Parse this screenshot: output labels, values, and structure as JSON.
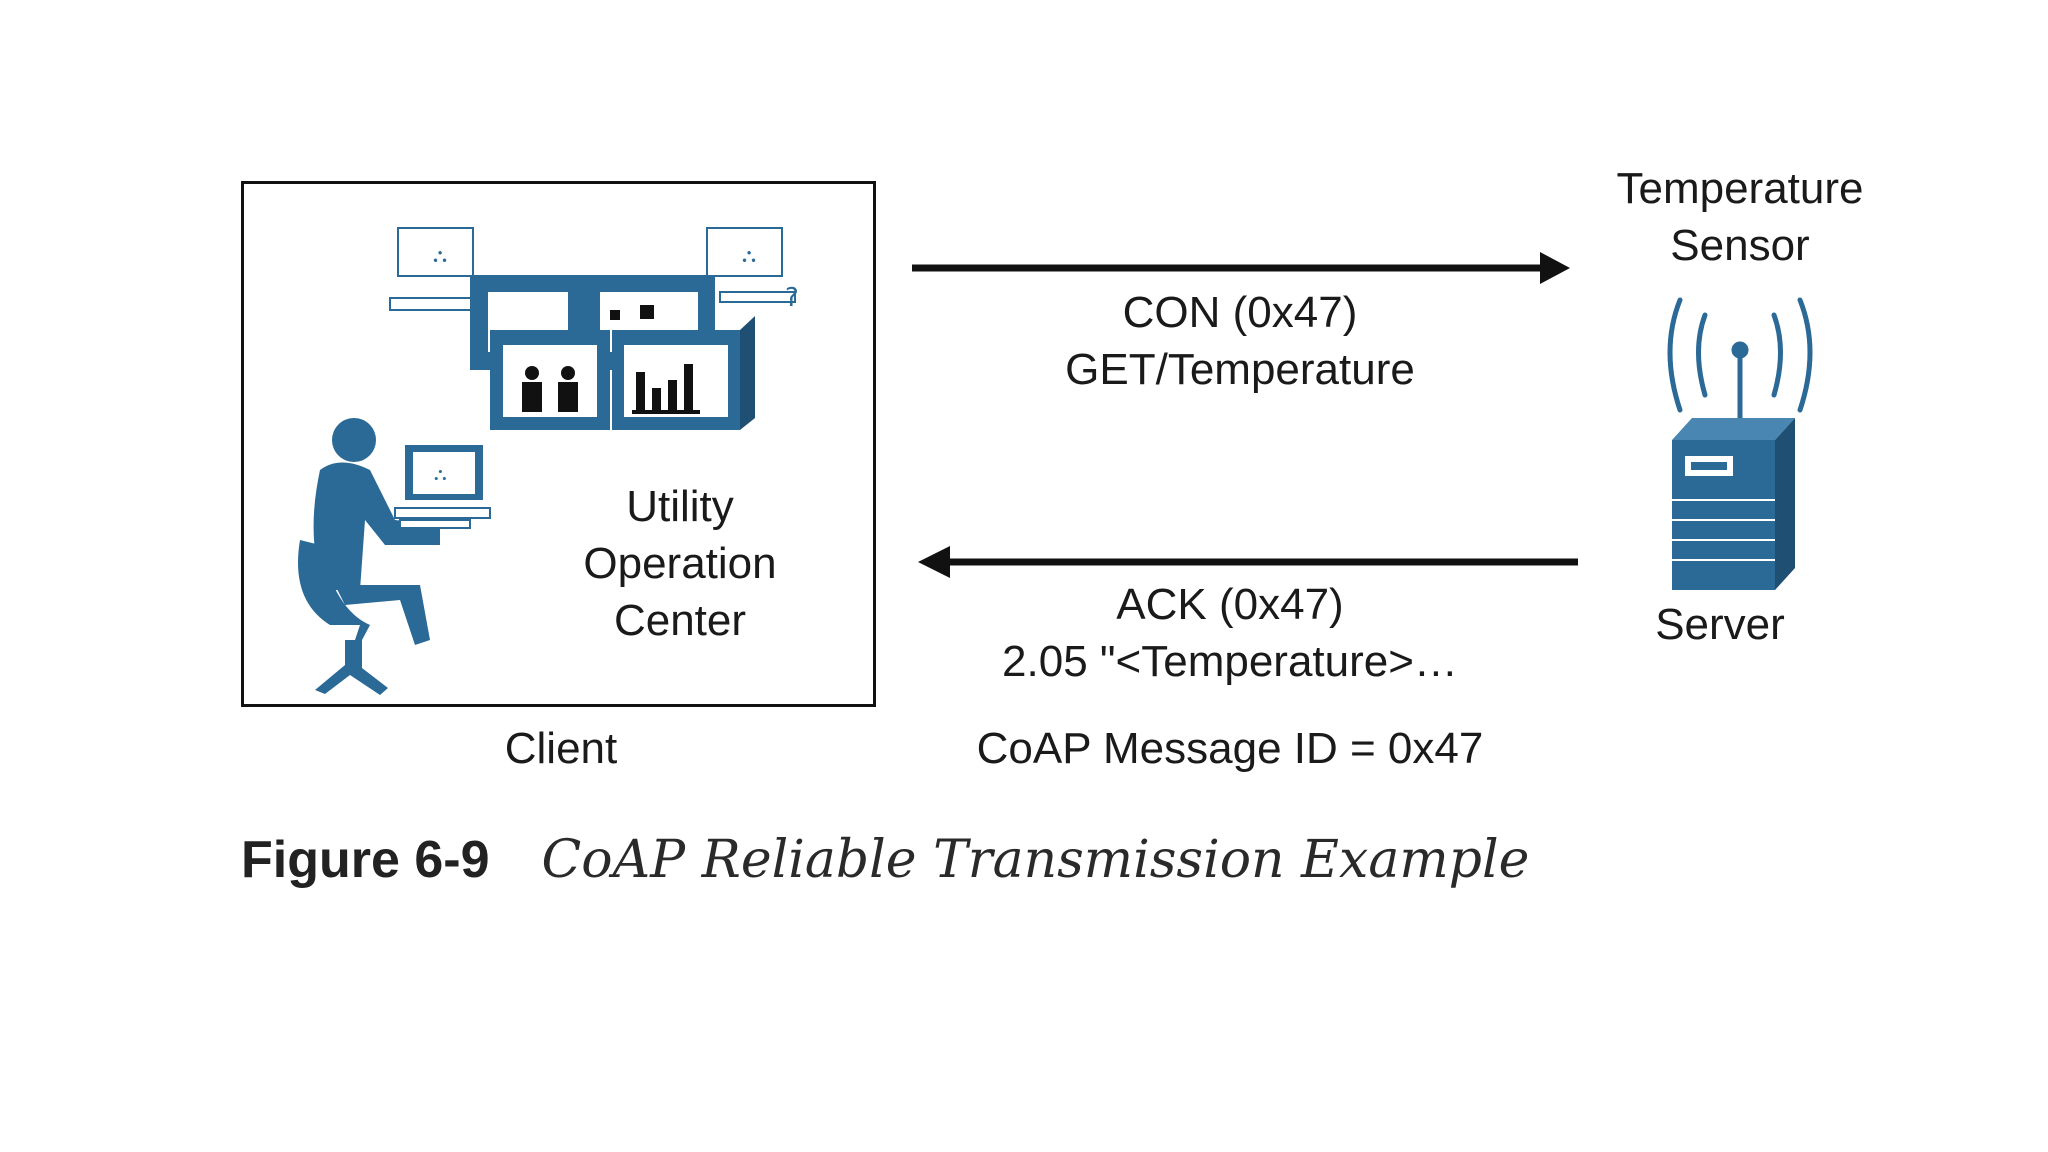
{
  "client": {
    "box_label": [
      "Utility",
      "Operation",
      "Center"
    ],
    "caption": "Client"
  },
  "request": {
    "line1": "CON (0x47)",
    "line2": "GET/Temperature"
  },
  "response": {
    "line1": "ACK (0x47)",
    "line2": "2.05 \"<Temperature>…"
  },
  "message_id": "CoAP Message ID = 0x47",
  "sensor": {
    "label": [
      "Temperature",
      "Sensor"
    ],
    "server_label": "Server"
  },
  "figure": {
    "number": "Figure 6-9",
    "title": "CoAP Reliable Transmission Example"
  },
  "colors": {
    "icon_blue": "#2b6a96",
    "arrow": "#111111"
  }
}
